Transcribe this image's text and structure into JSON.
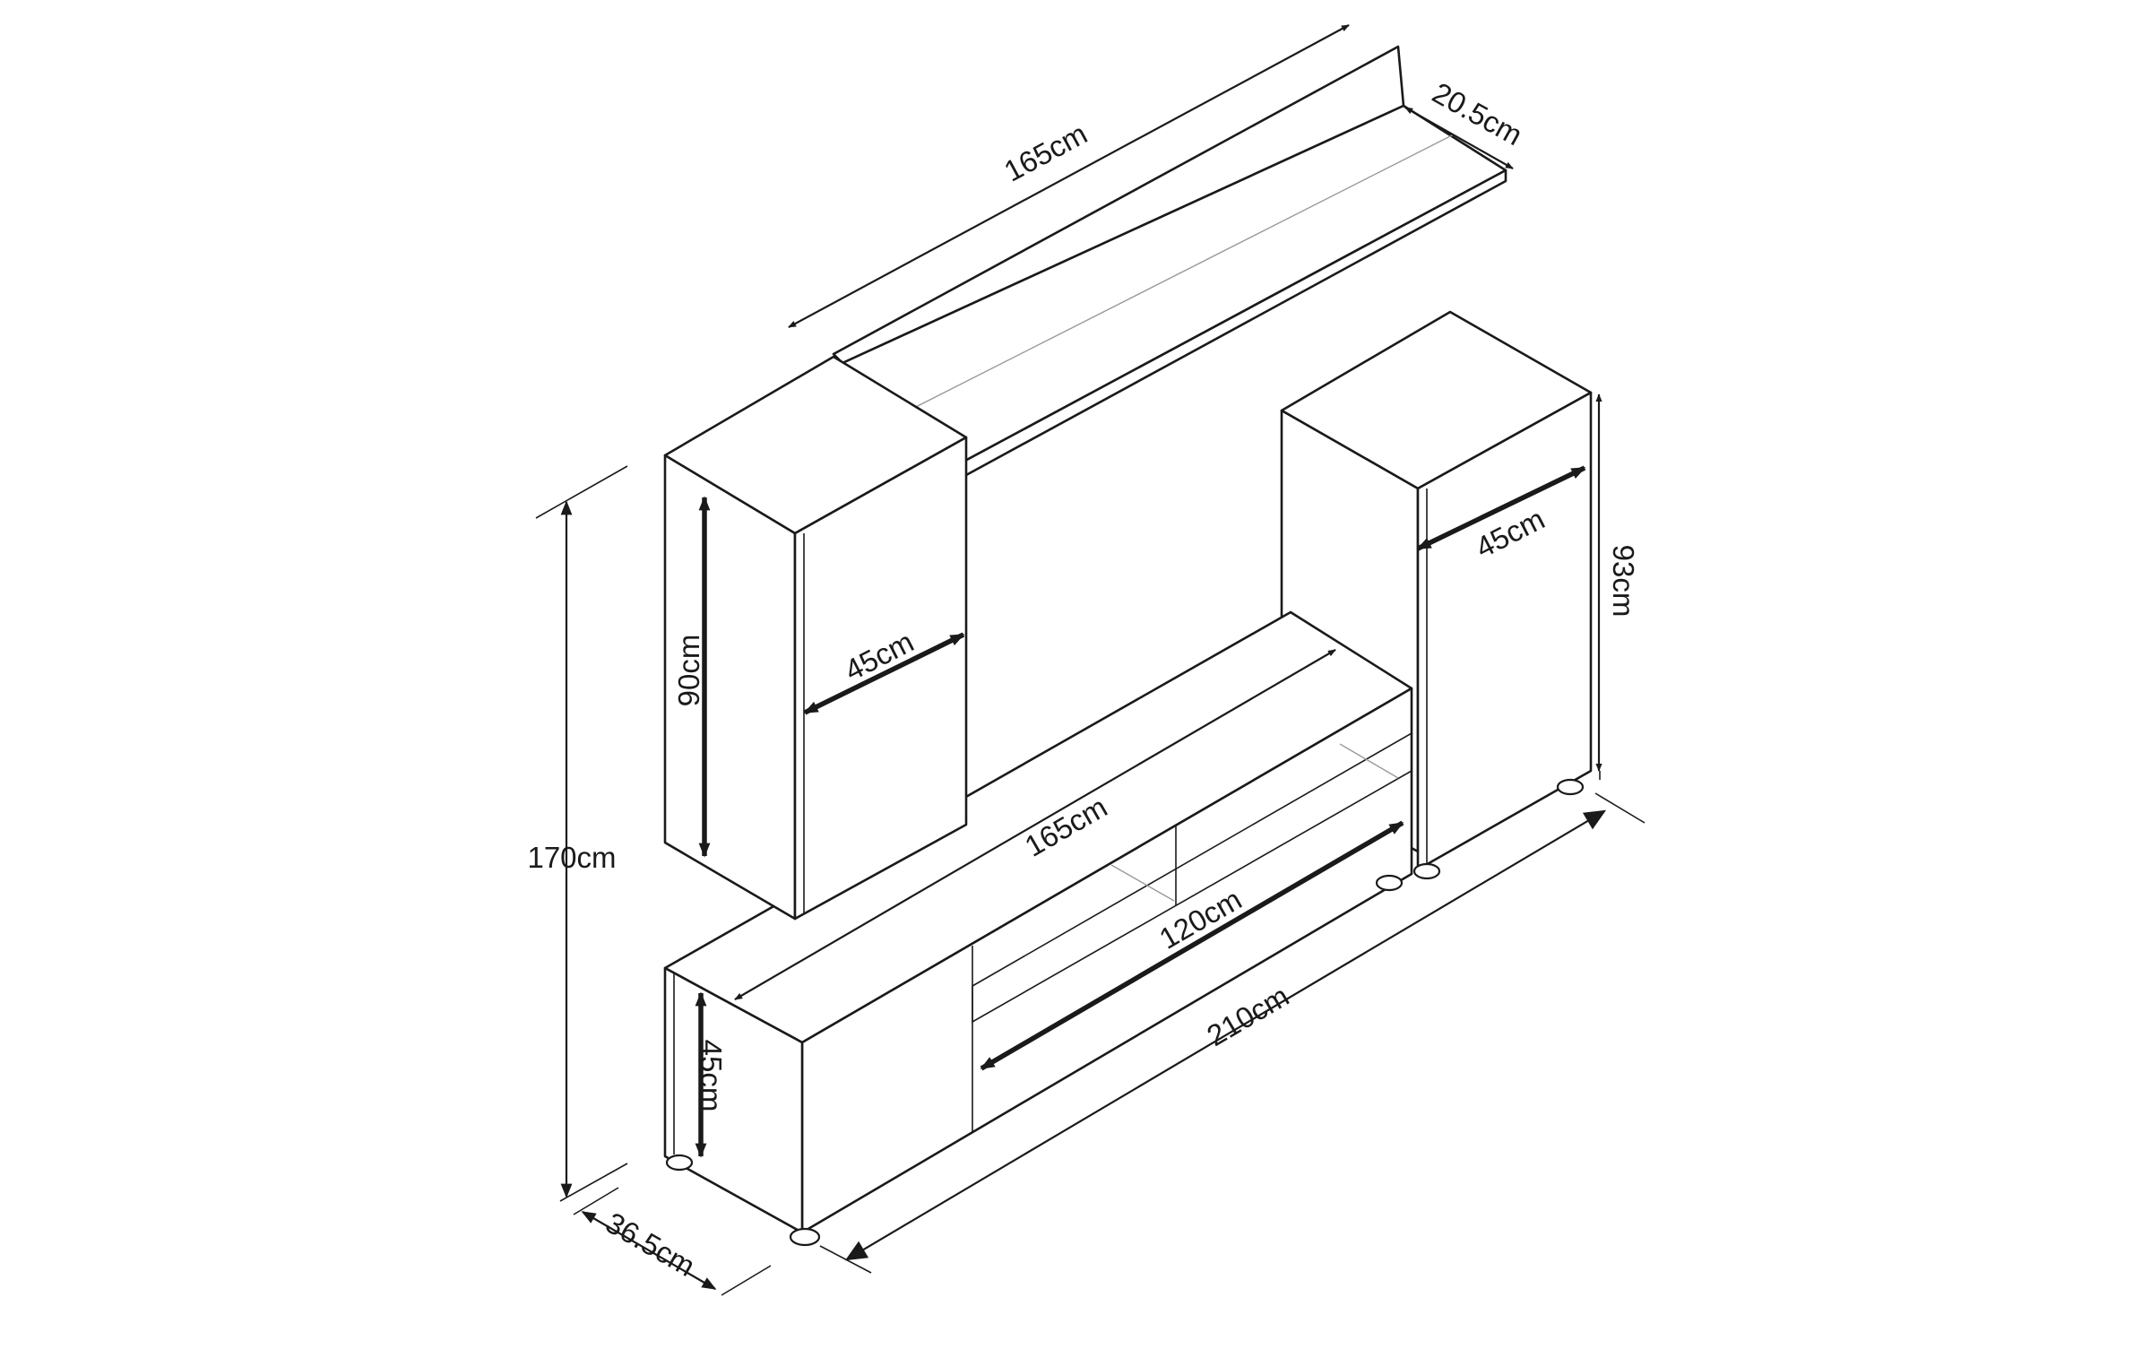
{
  "labels": {
    "shelf_length": "165cm",
    "shelf_depth": "20.5cm",
    "wall_cabinet_height": "90cm",
    "wall_cabinet_width": "45cm",
    "tall_cabinet_width": "45cm",
    "tall_cabinet_height": "93cm",
    "tv_unit_top_length": "165cm",
    "tv_unit_drawer_length": "120cm",
    "overall_length": "210cm",
    "overall_height": "170cm",
    "tv_unit_height": "45cm",
    "overall_depth": "36.5cm"
  },
  "colors": {
    "line": "#1a1a1a",
    "fill": "#ffffff"
  }
}
